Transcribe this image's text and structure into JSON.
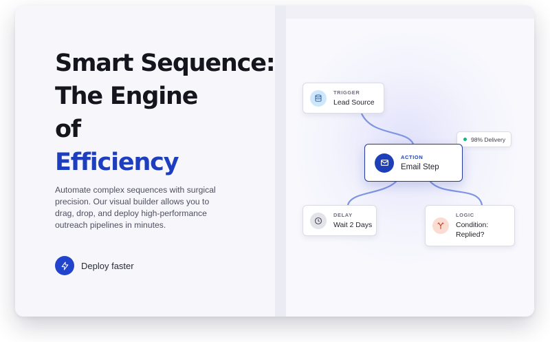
{
  "hero": {
    "title_line1": "Smart Sequence:",
    "title_line2": "The Engine",
    "title_line3": "of",
    "title_accent": "Efficiency",
    "description": "Automate complex sequences with surgical precision. Our visual builder allows you to drag, drop, and deploy high-performance outreach pipelines in minutes.",
    "cta_label": "Deploy faster",
    "cta_icon": "lightning-bolt-icon"
  },
  "flow": {
    "trigger": {
      "tag": "TRIGGER",
      "label": "Lead Source",
      "icon": "database-icon"
    },
    "action": {
      "tag": "ACTION",
      "label": "Email Step",
      "icon": "mail-icon"
    },
    "delay": {
      "tag": "DELAY",
      "label": "Wait 2 Days",
      "icon": "clock-icon"
    },
    "logic": {
      "tag": "LOGIC",
      "label_line1": "Condition:",
      "label_line2": "Replied?",
      "icon": "branch-icon"
    },
    "badge": {
      "label": "98% Delivery"
    }
  },
  "colors": {
    "accent": "#1d3fbf",
    "connector": "#7e95e3",
    "status_ok": "#22b07a",
    "trigger_icon_bg": "#cfe7fb",
    "logic_icon_bg": "#fbdcd2"
  }
}
